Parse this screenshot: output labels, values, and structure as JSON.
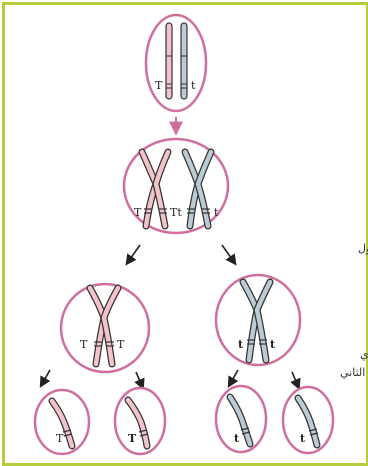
{
  "colors": {
    "frame_border": "#b5cc3c",
    "cell_border": "#cf6f9f",
    "chrom_pink": "#f3c3cc",
    "chrom_blue": "#b9ccd6",
    "arrow_pink": "#cf6f9f",
    "arrow_dark": "#222222"
  },
  "labels": {
    "parent_left": "T",
    "parent_right": "t",
    "m1_left": "T",
    "m1_mid": "Tt",
    "m1_right": "t",
    "d1_left_a": "T",
    "d1_left_b": "T",
    "d1_right_a": "t",
    "d1_right_b": "t",
    "g1": "T",
    "g2": "T",
    "g3": "t",
    "g4": "t"
  },
  "stages": {
    "meiosis1": "الانقسام الميوزي الأول",
    "meiosis2_line1": "الانقسام الميوزي",
    "meiosis2_line2": "الثاني"
  }
}
